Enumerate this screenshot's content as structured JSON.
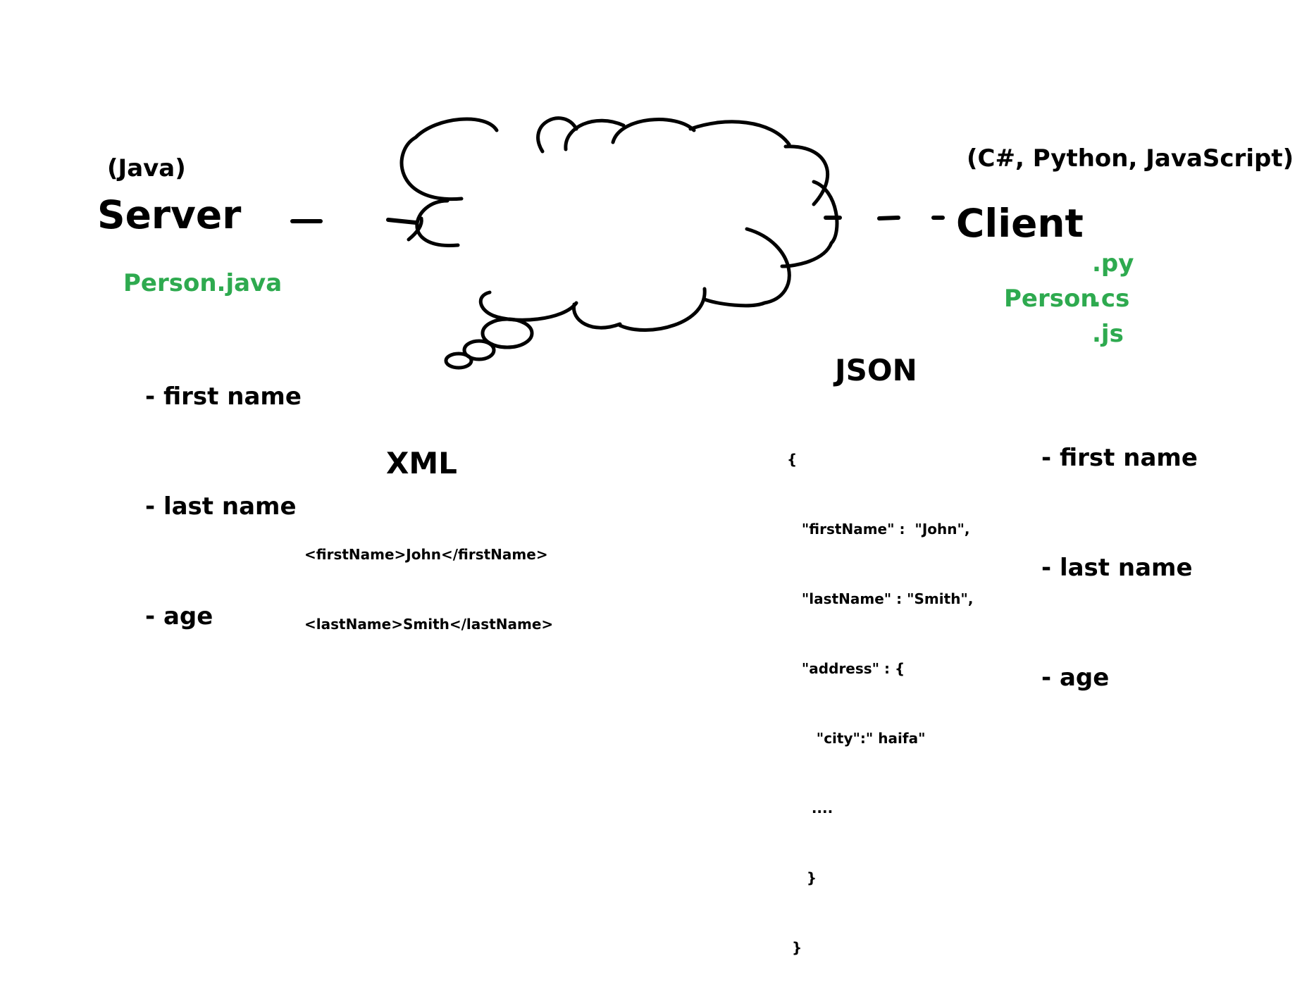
{
  "server": {
    "lang": "(Java)",
    "title": "Server",
    "file": "Person.java",
    "fields": [
      "- first name",
      "- last name",
      "- age"
    ]
  },
  "client": {
    "langs": "(C#, Python, JavaScript)",
    "title": "Client",
    "file_base": "Person",
    "file_exts": [
      ".py",
      ".cs",
      ".js"
    ],
    "fields": [
      "- first name",
      "- last name",
      "- age"
    ]
  },
  "xml": {
    "title": "XML",
    "lines": [
      "<firstName>John</firstName>",
      "<lastName>Smith</lastName>"
    ]
  },
  "json": {
    "title": "JSON",
    "lines": [
      "{",
      "   \"firstName\" :  \"John\",",
      "   \"lastName\" : \"Smith\",",
      "   \"address\" : {",
      "      \"city\":\" haifa\"",
      "     ....",
      "    }",
      " }"
    ]
  },
  "colors": {
    "accent": "#2eaa4f",
    "ink": "#000000",
    "background": "#ffffff"
  }
}
